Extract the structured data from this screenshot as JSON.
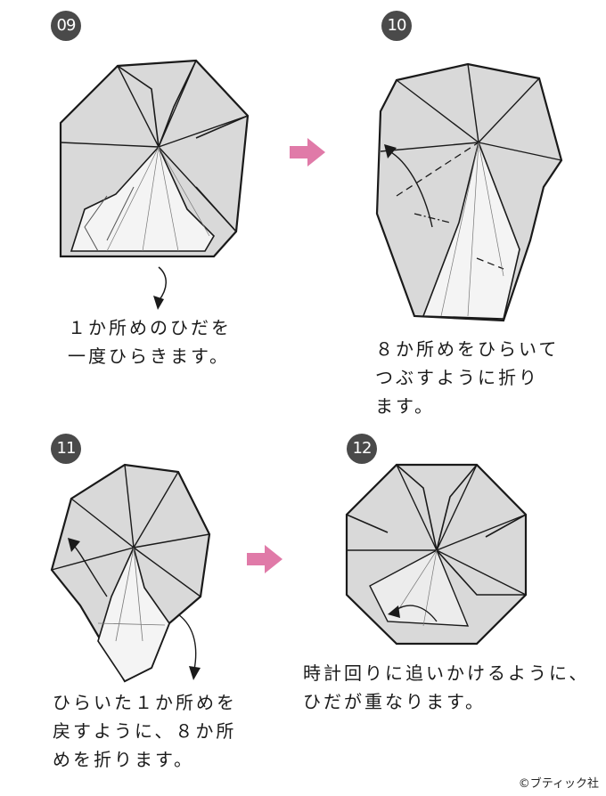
{
  "steps": [
    {
      "number": "09",
      "caption": "１か所めのひだを\n一度ひらきます。"
    },
    {
      "number": "10",
      "caption": "８か所めをひらいて\nつぶすように折り\nます。"
    },
    {
      "number": "11",
      "caption": "ひらいた１か所めを\n戻すように、８か所\nめを折ります。"
    },
    {
      "number": "12",
      "caption": "時計回りに追いかけるように、\nひだが重なります。"
    }
  ],
  "credit": "©ブティック社",
  "colors": {
    "paper": "#d9d9d9",
    "paper_inner": "#f4f4f4",
    "line": "#1a1a1a",
    "arrow": "#e07aa8",
    "badge": "#4a4a4a"
  }
}
